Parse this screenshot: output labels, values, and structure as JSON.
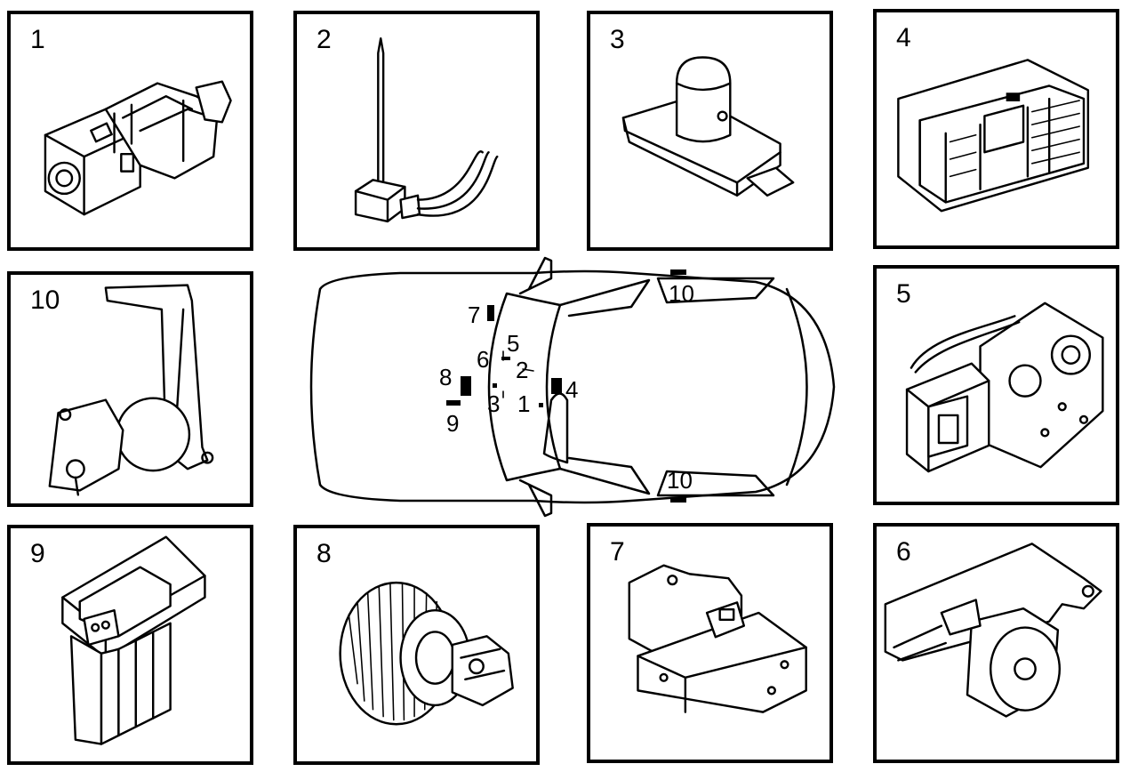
{
  "panels": {
    "p1": {
      "num": "1",
      "icon": "ignition-switch"
    },
    "p2": {
      "num": "2",
      "icon": "temperature-sensor"
    },
    "p3": {
      "num": "3",
      "icon": "sunlight-sensor"
    },
    "p4": {
      "num": "4",
      "icon": "control-panel"
    },
    "p5": {
      "num": "5",
      "icon": "damper-motor"
    },
    "p6": {
      "num": "6",
      "icon": "damper-motor"
    },
    "p7": {
      "num": "7",
      "icon": "damper-motor"
    },
    "p8": {
      "num": "8",
      "icon": "blower-fan"
    },
    "p9": {
      "num": "9",
      "icon": "blower-resistor"
    },
    "p10": {
      "num": "10",
      "icon": "outside-temperature-sensor"
    }
  },
  "car": {
    "labels": {
      "l1": "1",
      "l2": "2",
      "l3": "3",
      "l4": "4",
      "l5": "5",
      "l6": "6",
      "l7": "7",
      "l8": "8",
      "l9": "9",
      "l10a": "10",
      "l10b": "10"
    }
  }
}
